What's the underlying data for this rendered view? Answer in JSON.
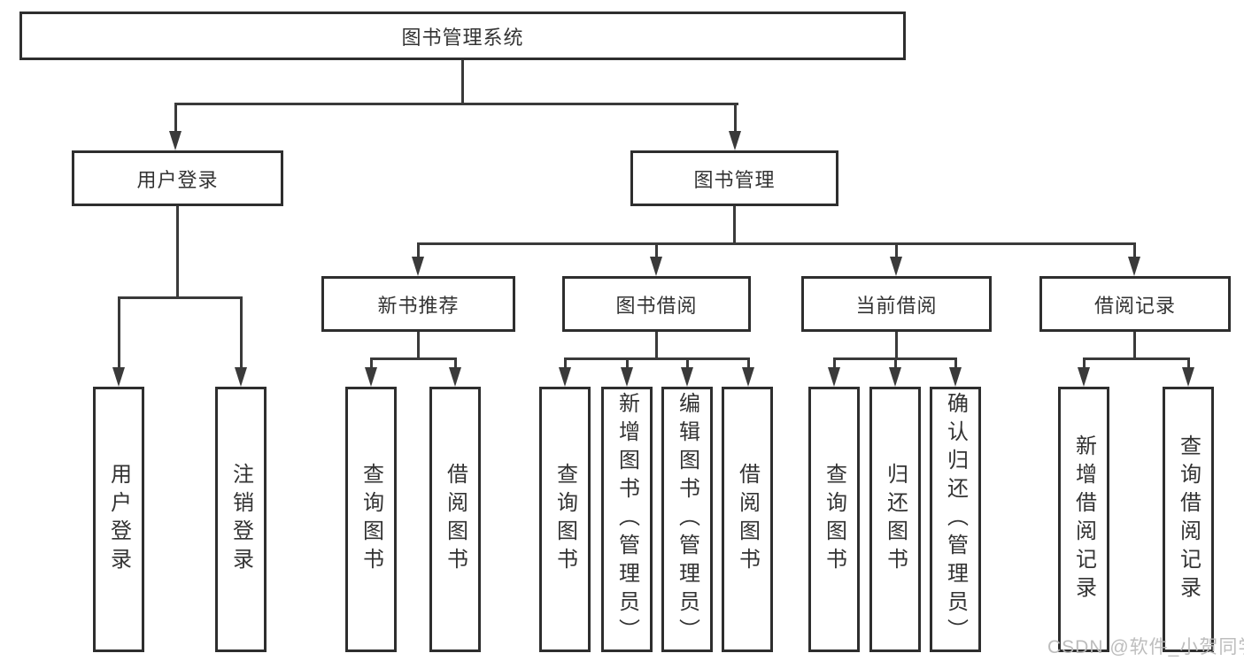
{
  "tree": {
    "root": "图书管理系统",
    "children": [
      {
        "label": "用户登录",
        "children": [
          "用户登录",
          "注销登录"
        ]
      },
      {
        "label": "图书管理",
        "children": [
          {
            "label": "新书推荐",
            "children": [
              "查询图书",
              "借阅图书"
            ]
          },
          {
            "label": "图书借阅",
            "children": [
              "查询图书",
              "新增图书（管理员）",
              "编辑图书（管理员）",
              "借阅图书"
            ]
          },
          {
            "label": "当前借阅",
            "children": [
              "查询图书",
              "归还图书",
              "确认归还（管理员）"
            ]
          },
          {
            "label": "借阅记录",
            "children": [
              "新增借阅记录",
              "查询借阅记录"
            ]
          }
        ]
      }
    ]
  },
  "watermark": {
    "text": "CSDN @软件_小贺同学"
  },
  "colors": {
    "box_border": "#2e2e2e",
    "connector_line": "#3a3a3a",
    "text": "#333333",
    "watermark": "#b9b9b9",
    "background": "#ffffff"
  }
}
